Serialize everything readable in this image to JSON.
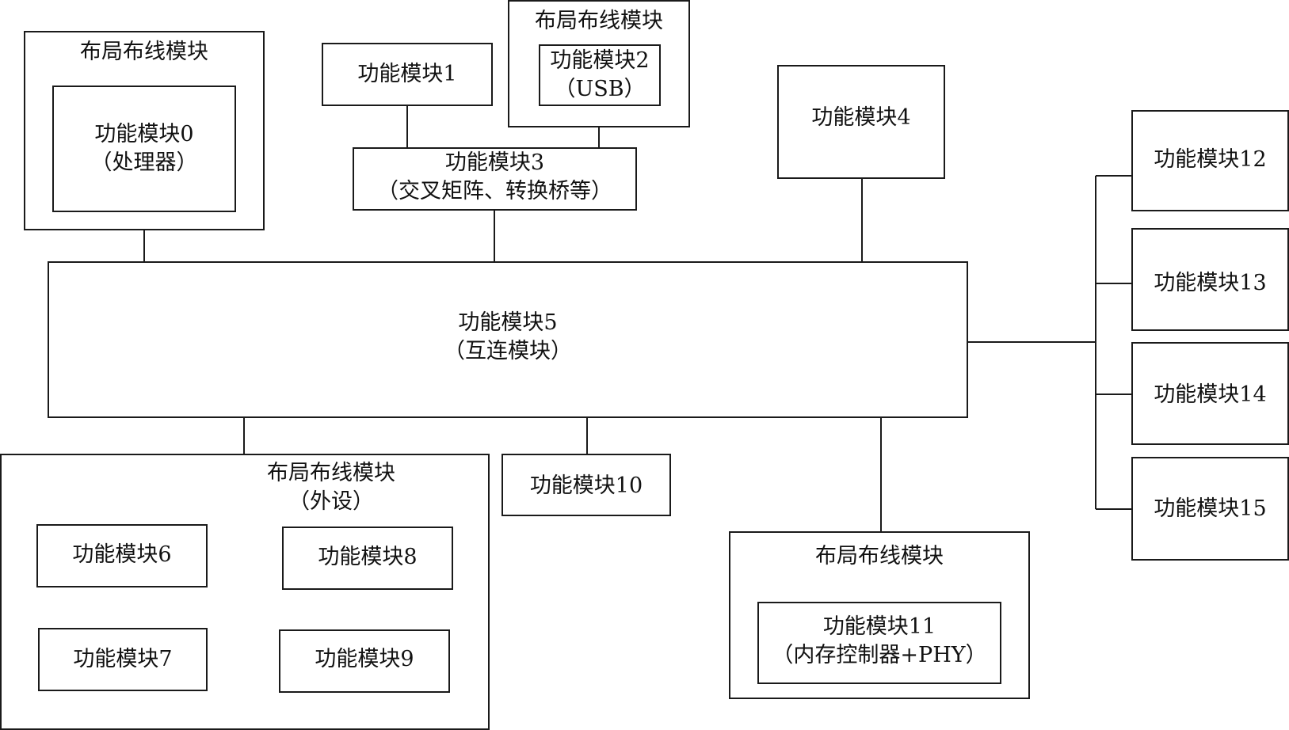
{
  "colors": {
    "stroke": "#1a1a1a",
    "text": "#111111",
    "background": "#ffffff"
  },
  "routing_label": "布局布线模块",
  "modules": {
    "m0": {
      "name": "功能模块0",
      "desc": "（处理器）"
    },
    "m1": {
      "name": "功能模块1"
    },
    "m2": {
      "name": "功能模块2",
      "desc": "（USB）"
    },
    "m3": {
      "name": "功能模块3",
      "desc": "（交叉矩阵、转换桥等）"
    },
    "m4": {
      "name": "功能模块4"
    },
    "m5": {
      "name": "功能模块5",
      "desc": "（互连模块）"
    },
    "m6": {
      "name": "功能模块6"
    },
    "m7": {
      "name": "功能模块7"
    },
    "m8": {
      "name": "功能模块8"
    },
    "m9": {
      "name": "功能模块9"
    },
    "m10": {
      "name": "功能模块10"
    },
    "m11": {
      "name": "功能模块11",
      "desc": "（内存控制器+PHY）"
    },
    "m12": {
      "name": "功能模块12"
    },
    "m13": {
      "name": "功能模块13"
    },
    "m14": {
      "name": "功能模块14"
    },
    "m15": {
      "name": "功能模块15"
    }
  },
  "peripheral_group": {
    "title": "布局布线模块",
    "subtitle": "（外设）"
  }
}
